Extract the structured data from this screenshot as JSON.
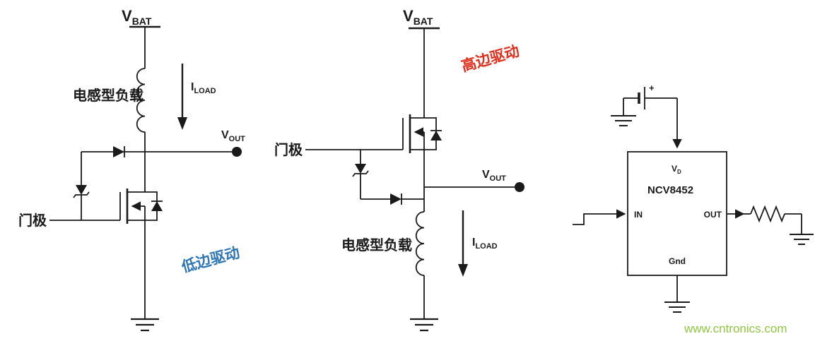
{
  "watermark": "www.cntronics.com",
  "colors": {
    "line": "#1a1a1a",
    "low_side_label": "#2e75b6",
    "high_side_label": "#e0301e",
    "watermark": "#8fc63f"
  },
  "left_circuit": {
    "supply_label": "V",
    "supply_label_sub": "BAT",
    "load_label": "电感型负载",
    "current_label": "I",
    "current_label_sub": "LOAD",
    "output_label": "V",
    "output_label_sub": "OUT",
    "gate_label": "门极",
    "drive_type_label": "低边驱动"
  },
  "middle_circuit": {
    "supply_label": "V",
    "supply_label_sub": "BAT",
    "drive_type_label": "高边驱动",
    "gate_label": "门极",
    "output_label": "V",
    "output_label_sub": "OUT",
    "load_label": "电感型负载",
    "current_label": "I",
    "current_label_sub": "LOAD"
  },
  "ic_circuit": {
    "part_number": "NCV8452",
    "pin_supply": "V",
    "pin_supply_sub": "D",
    "pin_input": "IN",
    "pin_output": "OUT",
    "pin_ground": "Gnd",
    "battery_plus": "+"
  }
}
